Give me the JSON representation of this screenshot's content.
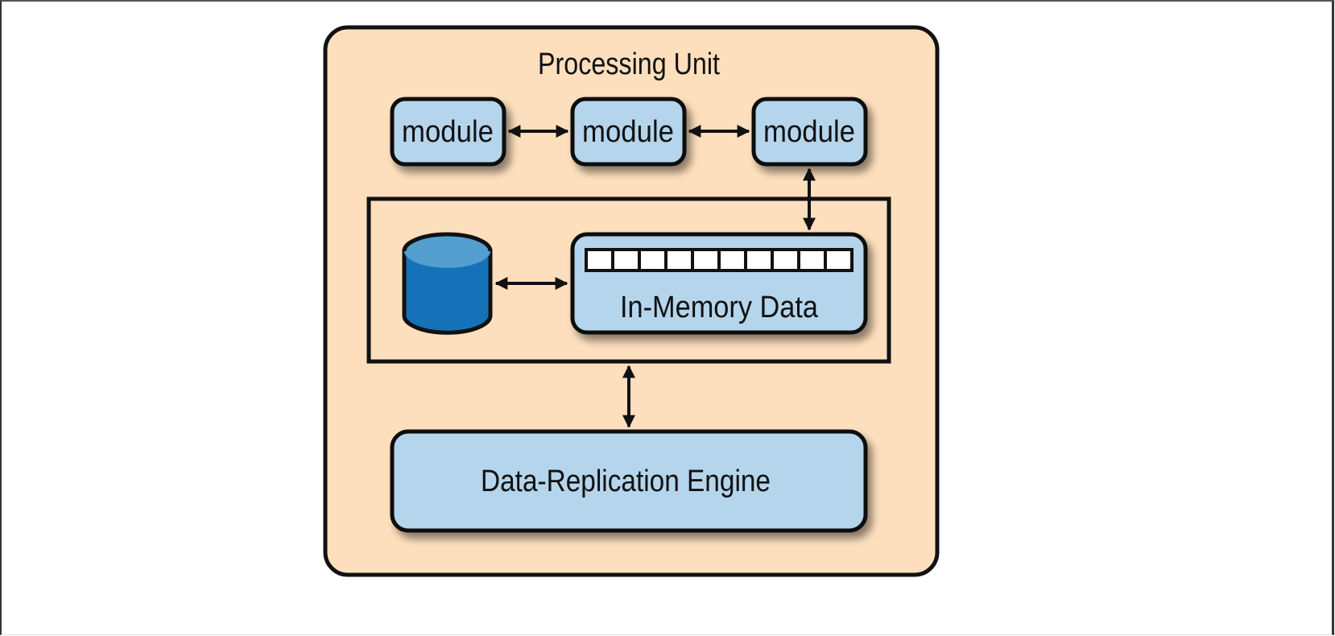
{
  "diagram": {
    "title": "Processing Unit",
    "modules": [
      {
        "label": "module"
      },
      {
        "label": "module"
      },
      {
        "label": "module"
      }
    ],
    "storage": {
      "label": "",
      "icon": "database-cylinder-icon"
    },
    "memory": {
      "label": "In-Memory Data",
      "cells": 10
    },
    "engine": {
      "label": "Data-Replication Engine"
    },
    "connections": [
      {
        "from": "module-1",
        "to": "module-2",
        "type": "bidirectional"
      },
      {
        "from": "module-2",
        "to": "module-3",
        "type": "bidirectional"
      },
      {
        "from": "module-3",
        "to": "in-memory-data",
        "type": "bidirectional"
      },
      {
        "from": "database",
        "to": "in-memory-data",
        "type": "bidirectional"
      },
      {
        "from": "data-grid",
        "to": "data-replication-engine",
        "type": "bidirectional"
      }
    ],
    "colors": {
      "unit_fill": "#FDDFBD",
      "box_fill": "#B5D5EC",
      "stroke": "#111111",
      "db_top": "#529FD0",
      "db_body": "#1572B9"
    }
  }
}
